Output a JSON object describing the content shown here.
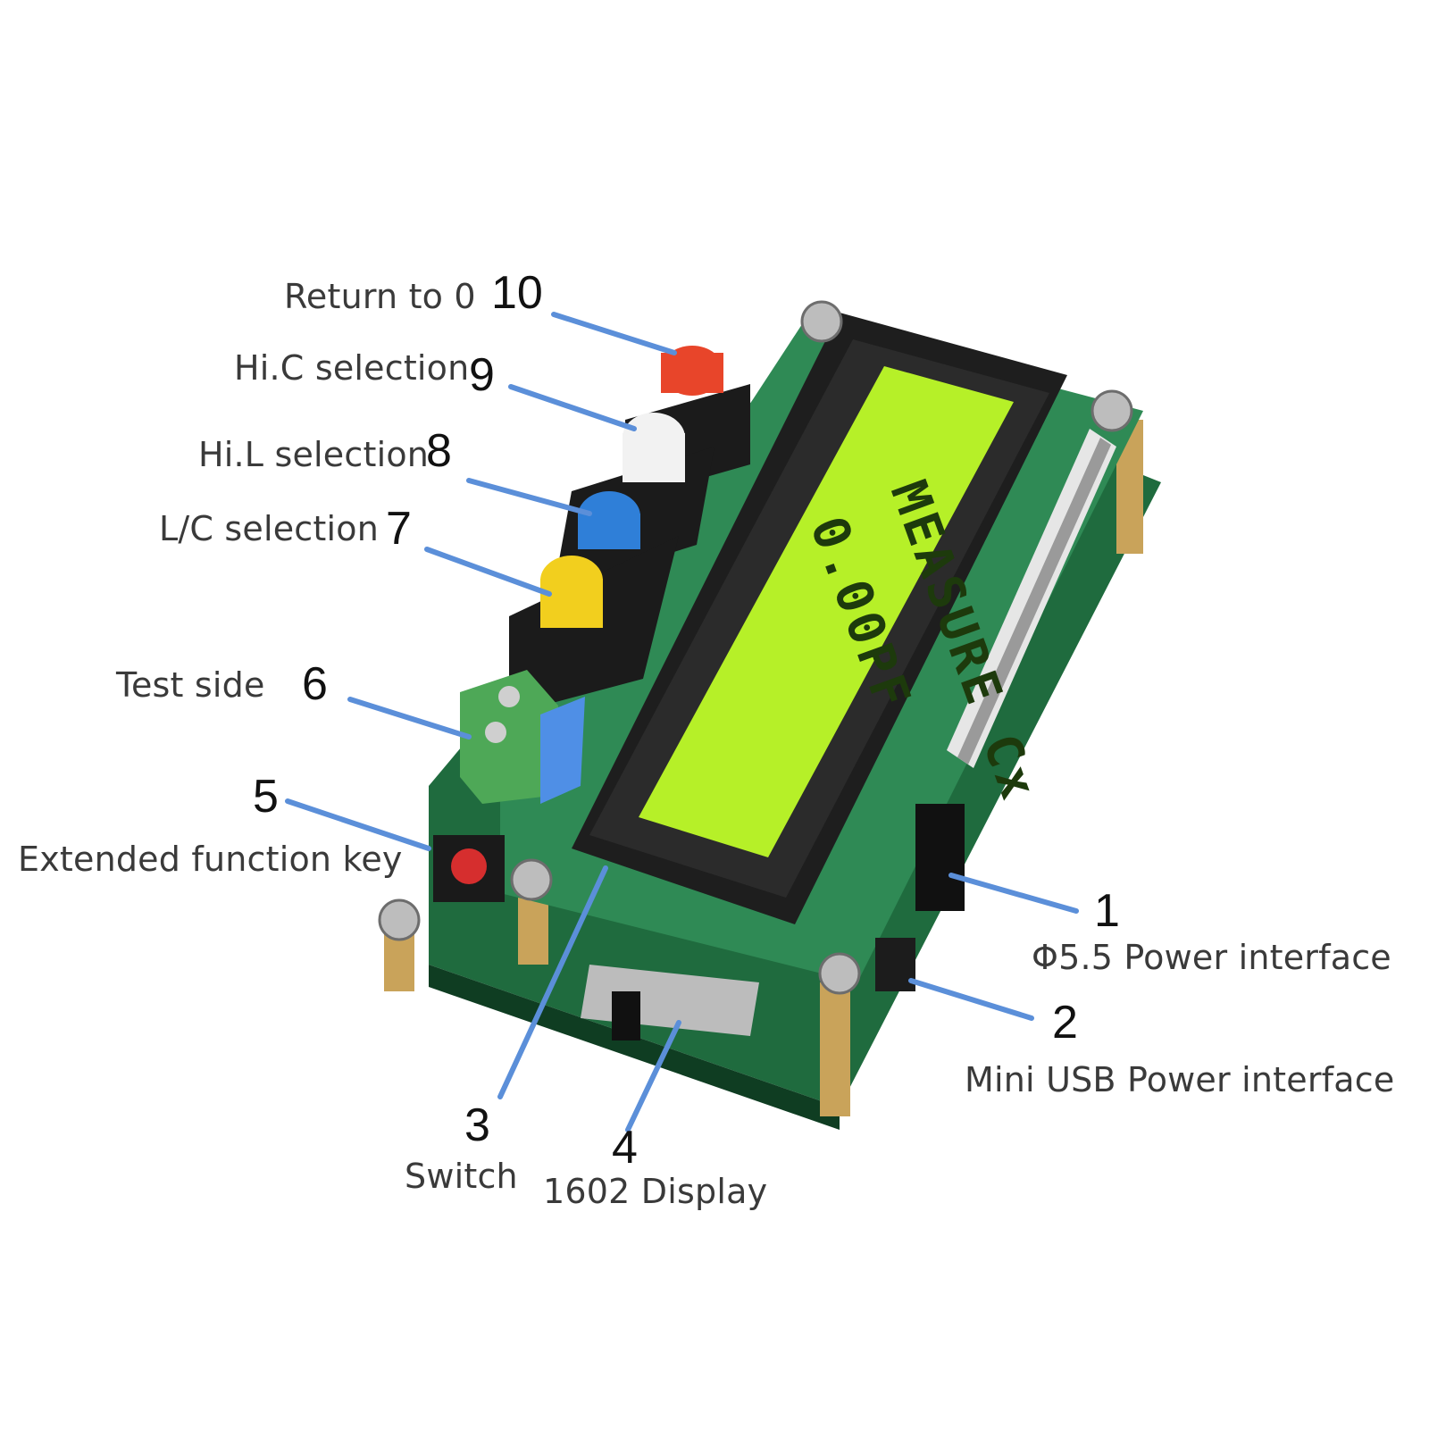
{
  "diagram": {
    "subject": "LC meter board with 1602 LCD",
    "callout_color": "#5b8fd9",
    "callouts": [
      {
        "number": "1",
        "label": "Φ5.5 Power interface"
      },
      {
        "number": "2",
        "label": "Mini USB Power interface"
      },
      {
        "number": "3",
        "label": "Switch"
      },
      {
        "number": "4",
        "label": "1602 Display"
      },
      {
        "number": "5",
        "label": "Extended function key"
      },
      {
        "number": "6",
        "label": "Test side"
      },
      {
        "number": "7",
        "label": "L/C selection"
      },
      {
        "number": "8",
        "label": "Hi.L selection"
      },
      {
        "number": "9",
        "label": "Hi.C selection"
      },
      {
        "number": "10",
        "label": "Return to 0"
      }
    ],
    "lcd": {
      "line1": "MEASURE Cx",
      "line2": "0.00PF",
      "background": "#b6f028"
    },
    "buttons": [
      {
        "name": "return-to-zero",
        "color": "#e8452a"
      },
      {
        "name": "hi-c",
        "color": "#f2f2f2"
      },
      {
        "name": "hi-l",
        "color": "#2f7fd8"
      },
      {
        "name": "l-c",
        "color": "#f2cf1e"
      }
    ]
  }
}
